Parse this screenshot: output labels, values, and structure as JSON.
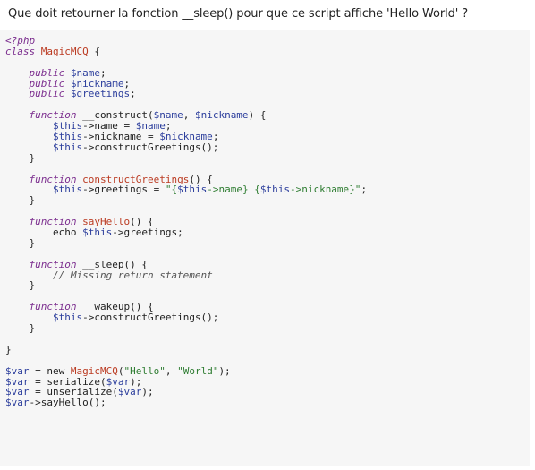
{
  "question": {
    "text": "Que doit retourner la fonction __sleep() pour que ce script affiche 'Hello World' ?"
  },
  "code": {
    "language": "php",
    "lines": [
      [
        {
          "t": "<?php",
          "c": "php-tag"
        }
      ],
      [
        {
          "t": "class",
          "c": "kw-it"
        },
        {
          "t": " ",
          "c": "plain"
        },
        {
          "t": "MagicMCQ",
          "c": "fname"
        },
        {
          "t": " {",
          "c": "plain"
        }
      ],
      [],
      [
        {
          "t": "    ",
          "c": "plain"
        },
        {
          "t": "public",
          "c": "kw-it"
        },
        {
          "t": " ",
          "c": "plain"
        },
        {
          "t": "$name",
          "c": "var"
        },
        {
          "t": ";",
          "c": "plain"
        }
      ],
      [
        {
          "t": "    ",
          "c": "plain"
        },
        {
          "t": "public",
          "c": "kw-it"
        },
        {
          "t": " ",
          "c": "plain"
        },
        {
          "t": "$nickname",
          "c": "var"
        },
        {
          "t": ";",
          "c": "plain"
        }
      ],
      [
        {
          "t": "    ",
          "c": "plain"
        },
        {
          "t": "public",
          "c": "kw-it"
        },
        {
          "t": " ",
          "c": "plain"
        },
        {
          "t": "$greetings",
          "c": "var"
        },
        {
          "t": ";",
          "c": "plain"
        }
      ],
      [],
      [
        {
          "t": "    ",
          "c": "plain"
        },
        {
          "t": "function",
          "c": "kw-it"
        },
        {
          "t": " __construct(",
          "c": "plain"
        },
        {
          "t": "$name",
          "c": "var"
        },
        {
          "t": ", ",
          "c": "plain"
        },
        {
          "t": "$nickname",
          "c": "var"
        },
        {
          "t": ") {",
          "c": "plain"
        }
      ],
      [
        {
          "t": "        ",
          "c": "plain"
        },
        {
          "t": "$this",
          "c": "var"
        },
        {
          "t": "->name = ",
          "c": "plain"
        },
        {
          "t": "$name",
          "c": "var"
        },
        {
          "t": ";",
          "c": "plain"
        }
      ],
      [
        {
          "t": "        ",
          "c": "plain"
        },
        {
          "t": "$this",
          "c": "var"
        },
        {
          "t": "->nickname = ",
          "c": "plain"
        },
        {
          "t": "$nickname",
          "c": "var"
        },
        {
          "t": ";",
          "c": "plain"
        }
      ],
      [
        {
          "t": "        ",
          "c": "plain"
        },
        {
          "t": "$this",
          "c": "var"
        },
        {
          "t": "->constructGreetings();",
          "c": "plain"
        }
      ],
      [
        {
          "t": "    }",
          "c": "plain"
        }
      ],
      [],
      [
        {
          "t": "    ",
          "c": "plain"
        },
        {
          "t": "function",
          "c": "kw-it"
        },
        {
          "t": " ",
          "c": "plain"
        },
        {
          "t": "constructGreetings",
          "c": "fname"
        },
        {
          "t": "() {",
          "c": "plain"
        }
      ],
      [
        {
          "t": "        ",
          "c": "plain"
        },
        {
          "t": "$this",
          "c": "var"
        },
        {
          "t": "->greetings = ",
          "c": "plain"
        },
        {
          "t": "\"{",
          "c": "str"
        },
        {
          "t": "$this",
          "c": "var"
        },
        {
          "t": "->name",
          "c": "str"
        },
        {
          "t": "} {",
          "c": "str"
        },
        {
          "t": "$this",
          "c": "var"
        },
        {
          "t": "->nickname",
          "c": "str"
        },
        {
          "t": "}\"",
          "c": "str"
        },
        {
          "t": ";",
          "c": "plain"
        }
      ],
      [
        {
          "t": "    }",
          "c": "plain"
        }
      ],
      [],
      [
        {
          "t": "    ",
          "c": "plain"
        },
        {
          "t": "function",
          "c": "kw-it"
        },
        {
          "t": " ",
          "c": "plain"
        },
        {
          "t": "sayHello",
          "c": "fname"
        },
        {
          "t": "() {",
          "c": "plain"
        }
      ],
      [
        {
          "t": "        echo ",
          "c": "plain"
        },
        {
          "t": "$this",
          "c": "var"
        },
        {
          "t": "->greetings;",
          "c": "plain"
        }
      ],
      [
        {
          "t": "    }",
          "c": "plain"
        }
      ],
      [],
      [
        {
          "t": "    ",
          "c": "plain"
        },
        {
          "t": "function",
          "c": "kw-it"
        },
        {
          "t": " __sleep() {",
          "c": "plain"
        }
      ],
      [
        {
          "t": "        ",
          "c": "plain"
        },
        {
          "t": "// Missing return statement",
          "c": "cmt"
        }
      ],
      [
        {
          "t": "    }",
          "c": "plain"
        }
      ],
      [],
      [
        {
          "t": "    ",
          "c": "plain"
        },
        {
          "t": "function",
          "c": "kw-it"
        },
        {
          "t": " __wakeup() {",
          "c": "plain"
        }
      ],
      [
        {
          "t": "        ",
          "c": "plain"
        },
        {
          "t": "$this",
          "c": "var"
        },
        {
          "t": "->constructGreetings();",
          "c": "plain"
        }
      ],
      [
        {
          "t": "    }",
          "c": "plain"
        }
      ],
      [],
      [
        {
          "t": "}",
          "c": "plain"
        }
      ],
      [],
      [
        {
          "t": "$var",
          "c": "var"
        },
        {
          "t": " = new ",
          "c": "plain"
        },
        {
          "t": "MagicMCQ",
          "c": "fname"
        },
        {
          "t": "(",
          "c": "plain"
        },
        {
          "t": "\"Hello\"",
          "c": "str"
        },
        {
          "t": ", ",
          "c": "plain"
        },
        {
          "t": "\"World\"",
          "c": "str"
        },
        {
          "t": ");",
          "c": "plain"
        }
      ],
      [
        {
          "t": "$var",
          "c": "var"
        },
        {
          "t": " = serialize(",
          "c": "plain"
        },
        {
          "t": "$var",
          "c": "var"
        },
        {
          "t": ");",
          "c": "plain"
        }
      ],
      [
        {
          "t": "$var",
          "c": "var"
        },
        {
          "t": " = unserialize(",
          "c": "plain"
        },
        {
          "t": "$var",
          "c": "var"
        },
        {
          "t": ");",
          "c": "plain"
        }
      ],
      [
        {
          "t": "$var",
          "c": "var"
        },
        {
          "t": "->sayHello();",
          "c": "plain"
        }
      ]
    ]
  }
}
